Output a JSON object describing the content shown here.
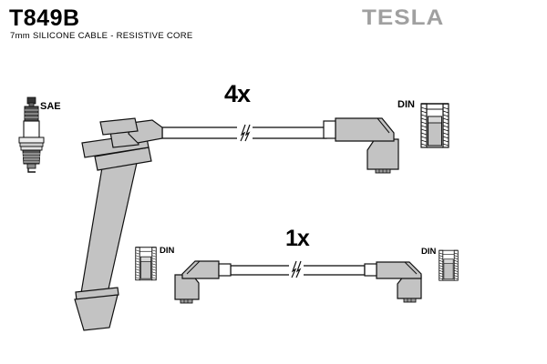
{
  "header": {
    "part_number": "T849B",
    "description": "7mm SILICONE CABLE - RESISTIVE CORE",
    "brand_logo": "TESLA"
  },
  "sets": {
    "top": {
      "quantity": "4x",
      "plug_standard_label": "SAE",
      "terminal_standard_label": "DIN"
    },
    "bottom": {
      "quantity": "1x",
      "terminal_left_label": "DIN",
      "terminal_right_label": "DIN"
    }
  },
  "icons": {
    "spark_plug": "spark-plug-icon",
    "din_terminal": "din-terminal-cutaway-icon",
    "cable_break": "cable-break-mark"
  },
  "colors": {
    "background": "#ffffff",
    "boot_gray": "#c3c3c3",
    "outline": "#111111",
    "brand_gray": "#a0a0a0",
    "text": "#000000"
  }
}
